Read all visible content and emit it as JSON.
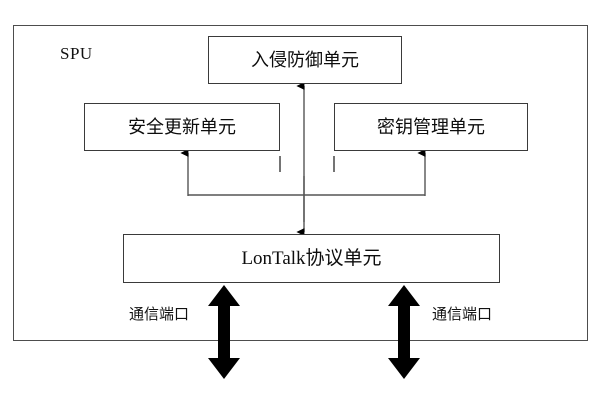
{
  "diagram": {
    "title": "SPU",
    "enclosure": {
      "label": "SPU"
    },
    "boxes": [
      {
        "id": "intrusion-prevention-unit",
        "label": "入侵防御单元"
      },
      {
        "id": "security-update-unit",
        "label": "安全更新单元"
      },
      {
        "id": "key-management-unit",
        "label": "密钥管理单元"
      },
      {
        "id": "lontalk-protocol-unit",
        "label": "LonTalk协议单元"
      }
    ],
    "port_labels": [
      {
        "id": "left-port",
        "label": "通信端口"
      },
      {
        "id": "right-port",
        "label": "通信端口"
      }
    ],
    "colors": {
      "background": "#ffffff",
      "box_border": "#3a3a3a",
      "frame_border": "#4d4d4d",
      "connector": "#555555",
      "arrow_fill": "#000000",
      "text": "#0d0d0d"
    }
  }
}
